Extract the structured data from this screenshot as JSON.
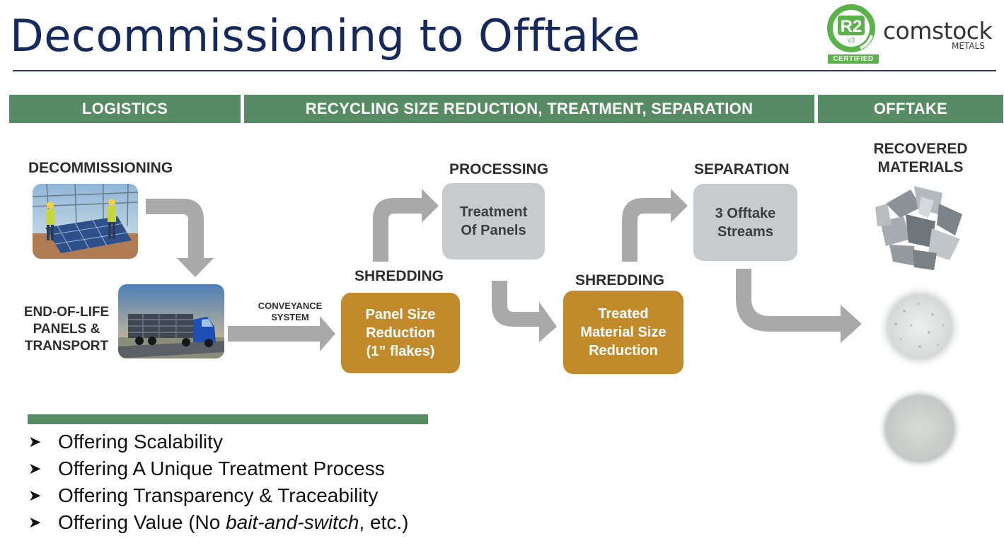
{
  "title": "Decommissioning to Offtake",
  "logo": {
    "badge_text": "R2",
    "badge_version": "v3",
    "certified": "CERTIFIED",
    "brand": "comstock",
    "brand_sub": "METALS"
  },
  "bands": {
    "logistics": "LOGISTICS",
    "recycling": "RECYCLING SIZE REDUCTION, TREATMENT, SEPARATION",
    "offtake": "OFFTAKE"
  },
  "labels": {
    "decommissioning": "DECOMMISSIONING",
    "end_of_life_1": "END-OF-LIFE",
    "end_of_life_2": "PANELS &",
    "end_of_life_3": "TRANSPORT",
    "conveyance_1": "CONVEYANCE",
    "conveyance_2": "SYSTEM",
    "processing": "PROCESSING",
    "shredding_1": "SHREDDING",
    "shredding_2": "SHREDDING",
    "separation": "SEPARATION",
    "recovered_1": "RECOVERED",
    "recovered_2": "MATERIALS"
  },
  "boxes": {
    "treatment_1": "Treatment",
    "treatment_2": "Of Panels",
    "offtake_1": "3 Offtake",
    "offtake_2": "Streams",
    "panel_1": "Panel Size",
    "panel_2": "Reduction",
    "panel_3": "(1” flakes)",
    "treated_1": "Treated",
    "treated_2": "Material Size",
    "treated_3": "Reduction"
  },
  "bullets": {
    "b1": "Offering Scalability",
    "b2": "Offering A Unique Treatment Process",
    "b3": "Offering Transparency & Traceability",
    "b4_pre": "Offering Value (No ",
    "b4_italic": "bait-and-switch",
    "b4_post": ", etc.)"
  },
  "colors": {
    "title": "#15295c",
    "band_green": "#568b63",
    "gold": "#c18a2b",
    "gray_box": "#c9cacc",
    "arrow_gray": "#a9a9a9",
    "r2_green": "#5bb24a"
  },
  "icons": {
    "bullet": "arrowhead-bullet-icon"
  }
}
